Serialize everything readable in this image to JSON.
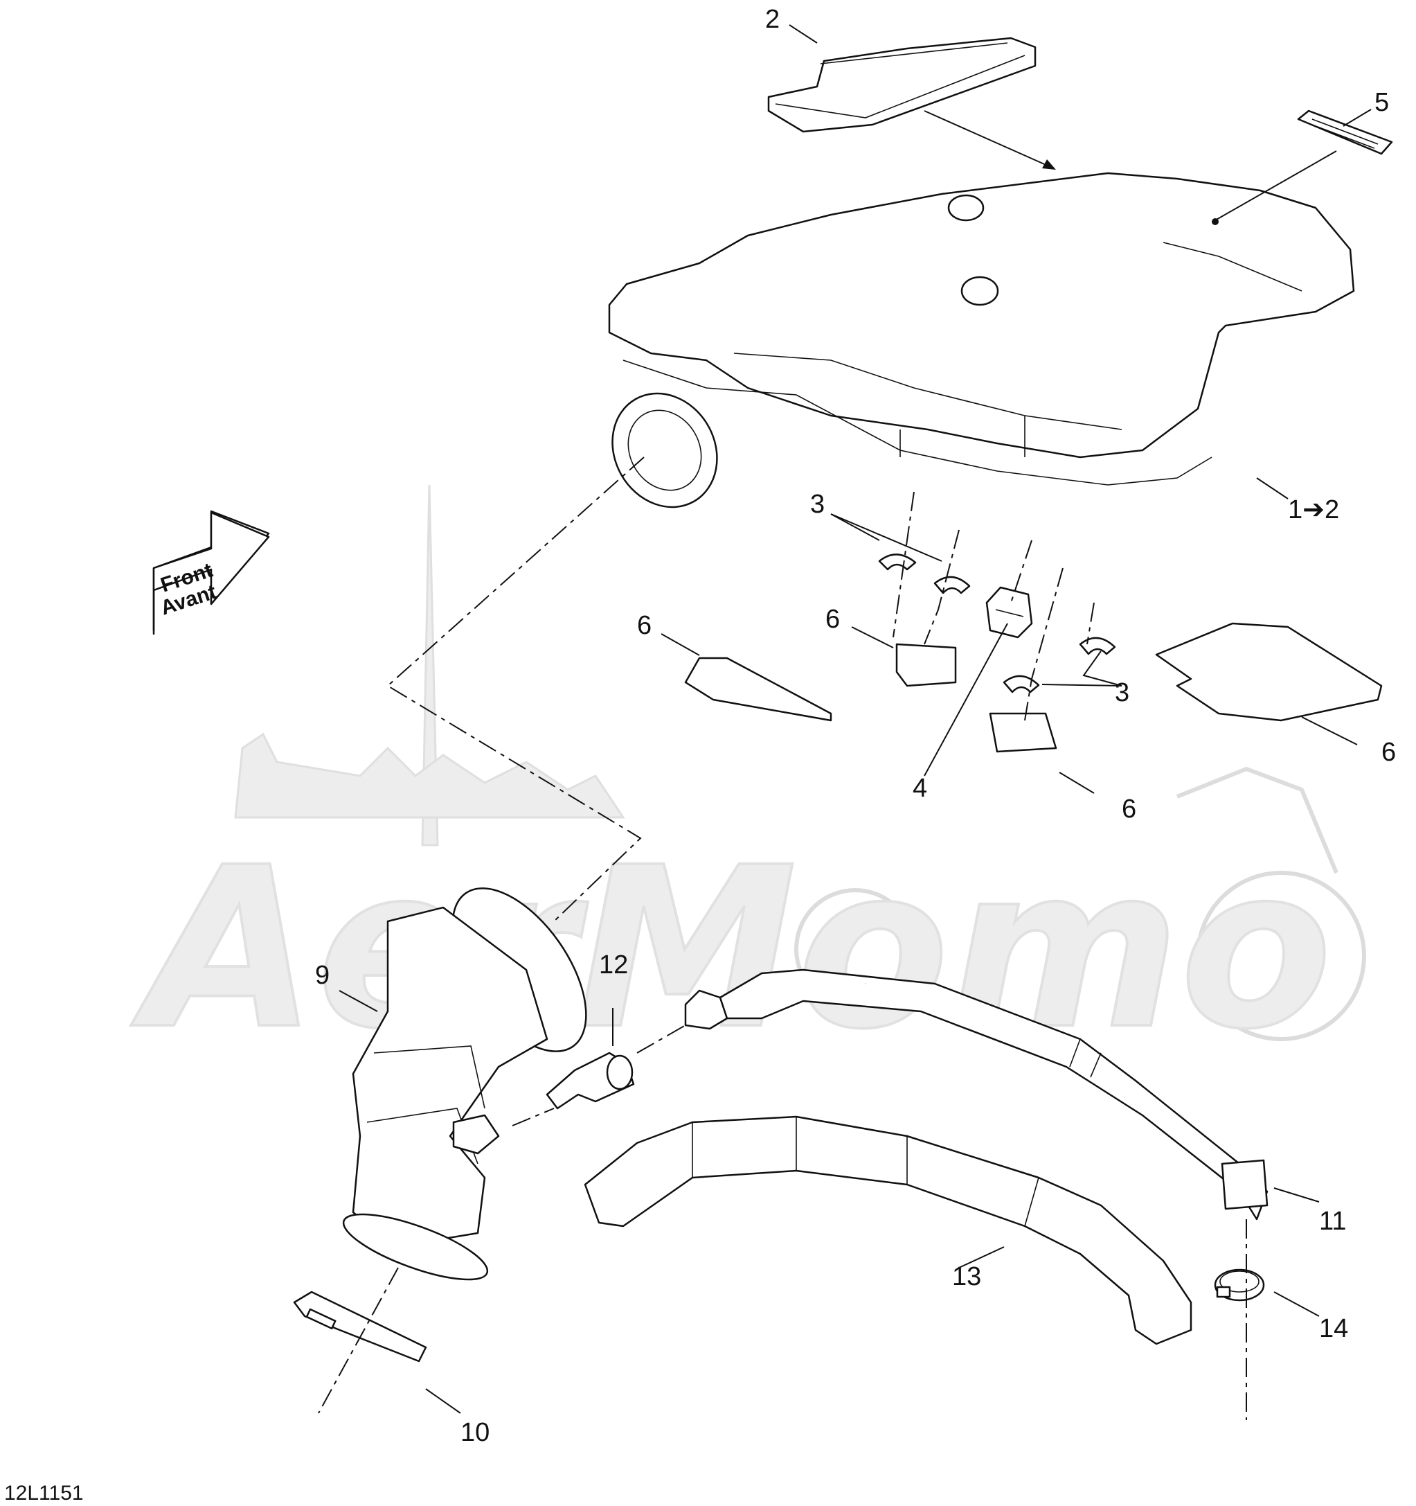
{
  "diagram": {
    "drawing_code": "12L1151",
    "watermark_text": "AerMomo",
    "front_arrow": {
      "line1": "Front",
      "line2": "Avant"
    },
    "callouts": [
      {
        "id": "c2",
        "label": "2"
      },
      {
        "id": "c5",
        "label": "5"
      },
      {
        "id": "c1",
        "label": "1➔2"
      },
      {
        "id": "c3a",
        "label": "3"
      },
      {
        "id": "c3b",
        "label": "3"
      },
      {
        "id": "c4",
        "label": "4"
      },
      {
        "id": "c6a",
        "label": "6"
      },
      {
        "id": "c6b",
        "label": "6"
      },
      {
        "id": "c6c",
        "label": "6"
      },
      {
        "id": "c6d",
        "label": "6"
      },
      {
        "id": "c9",
        "label": "9"
      },
      {
        "id": "c10",
        "label": "10"
      },
      {
        "id": "c11",
        "label": "11"
      },
      {
        "id": "c12",
        "label": "12"
      },
      {
        "id": "c13",
        "label": "13"
      },
      {
        "id": "c14",
        "label": "14"
      }
    ]
  }
}
